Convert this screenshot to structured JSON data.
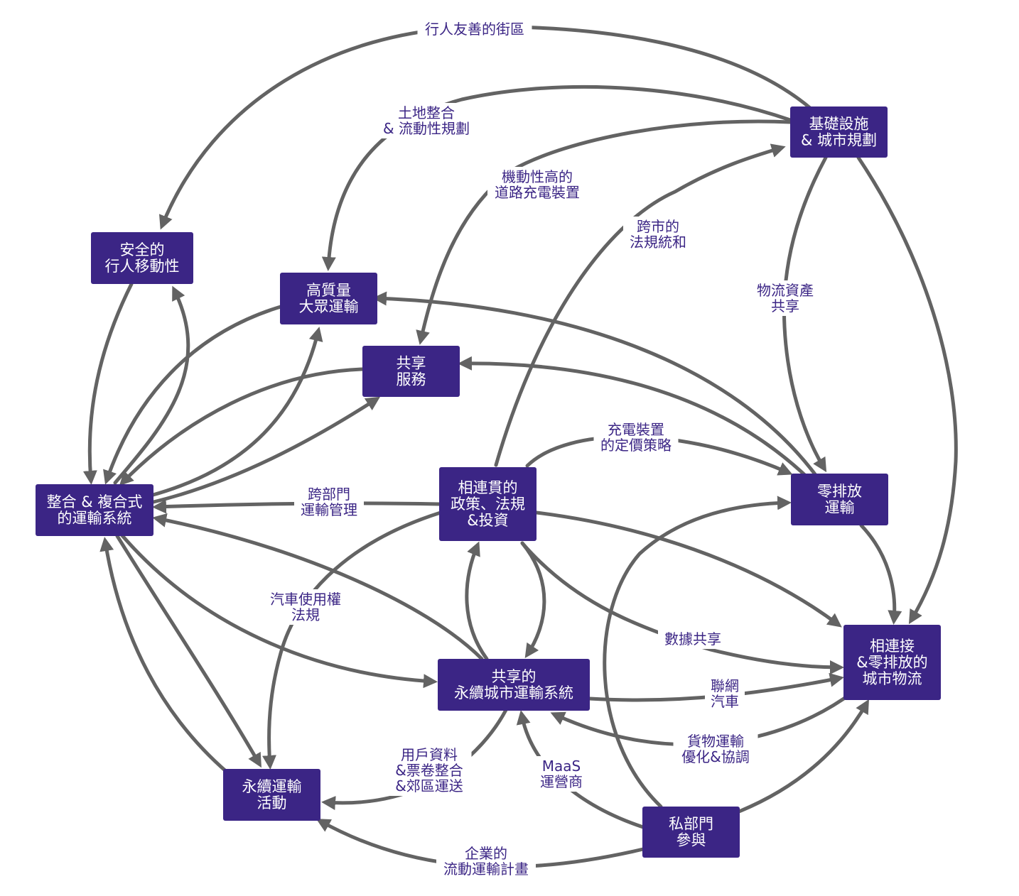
{
  "nodes": [
    {
      "id": "infra",
      "lines": [
        "基礎設施",
        "& 城市規劃"
      ]
    },
    {
      "id": "ped",
      "lines": [
        "安全的",
        "行人移動性"
      ]
    },
    {
      "id": "transit",
      "lines": [
        "高質量",
        "大眾運輸"
      ]
    },
    {
      "id": "shared",
      "lines": [
        "共享",
        "服務"
      ]
    },
    {
      "id": "integrated",
      "lines": [
        "整合 & 複合式",
        "的運輸系統"
      ]
    },
    {
      "id": "policy",
      "lines": [
        "相連貫的",
        "政策、法規",
        "&投資"
      ]
    },
    {
      "id": "zev",
      "lines": [
        "零排放",
        "運輸"
      ]
    },
    {
      "id": "logistics",
      "lines": [
        "相連接",
        "&零排放的",
        "城市物流"
      ]
    },
    {
      "id": "shared_sys",
      "lines": [
        "共享的",
        "永續城市運輸系統"
      ]
    },
    {
      "id": "activity",
      "lines": [
        "永續運輸",
        "活動"
      ]
    },
    {
      "id": "private",
      "lines": [
        "私部門",
        "參與"
      ]
    }
  ],
  "edge_labels": [
    {
      "id": "walkable",
      "lines": [
        "行人友善的街區"
      ]
    },
    {
      "id": "land_use",
      "lines": [
        "土地整合",
        "& 流動性規劃"
      ]
    },
    {
      "id": "charging_roads",
      "lines": [
        "機動性高的",
        "道路充電裝置"
      ]
    },
    {
      "id": "cross_city",
      "lines": [
        "跨市的",
        "法規統和"
      ]
    },
    {
      "id": "logistics_assets",
      "lines": [
        "物流資產",
        "共享"
      ]
    },
    {
      "id": "charging_pricing",
      "lines": [
        "充電裝置",
        "的定價策略"
      ]
    },
    {
      "id": "cross_dept",
      "lines": [
        "跨部門",
        "運輸管理"
      ]
    },
    {
      "id": "car_rights",
      "lines": [
        "汽車使用權",
        "法規"
      ]
    },
    {
      "id": "data_sharing",
      "lines": [
        "數據共享"
      ]
    },
    {
      "id": "connected_car",
      "lines": [
        "聯網",
        "汽車"
      ]
    },
    {
      "id": "freight",
      "lines": [
        "貨物運輸",
        "優化&協調"
      ]
    },
    {
      "id": "user_data",
      "lines": [
        "用戶資料",
        "&票卷整合",
        "&郊區運送"
      ]
    },
    {
      "id": "maas",
      "lines": [
        "MaaS",
        "運營商"
      ]
    },
    {
      "id": "corporate",
      "lines": [
        "企業的",
        "流動運輸計畫"
      ]
    }
  ],
  "colors": {
    "node_fill": "#3b2585",
    "node_text": "#ffffff",
    "edge": "#636363",
    "label_text": "#3b2585"
  }
}
